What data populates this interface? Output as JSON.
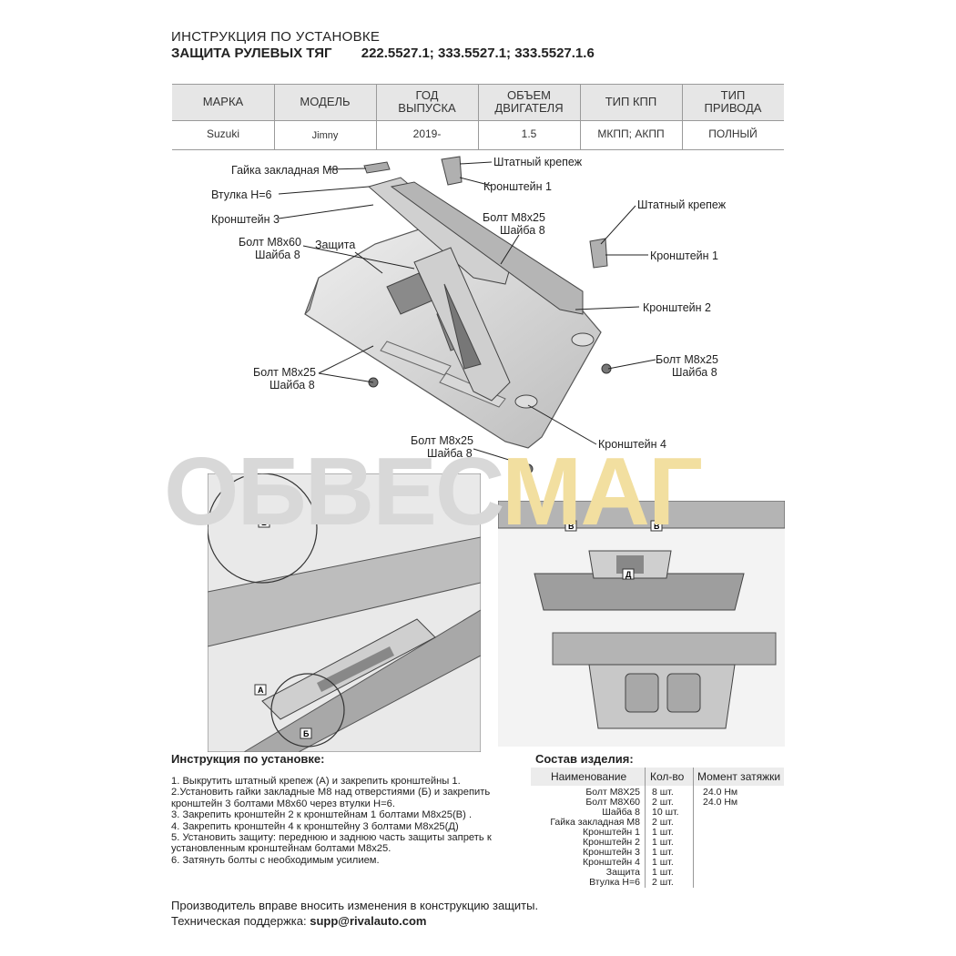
{
  "header": {
    "line1": "ИНСТРУКЦИЯ ПО УСТАНОВКЕ",
    "title": "ЗАЩИТА РУЛЕВЫХ ТЯГ",
    "codes": "222.5527.1; 333.5527.1; 333.5527.1.6"
  },
  "spec_table": {
    "headers": [
      "МАРКА",
      "МОДЕЛЬ",
      "ГОД\nВЫПУСКА",
      "ОБЪЕМ\nДВИГАТЕЛЯ",
      "ТИП КПП",
      "ТИП\nПРИВОДА"
    ],
    "values": [
      "Suzuki",
      "Jimny",
      "2019-",
      "1.5",
      "МКПП; АКПП",
      "ПОЛНЫЙ"
    ]
  },
  "diagram_labels": {
    "nut": "Гайка закладная М8",
    "bushing": "Втулка Н=6",
    "bracket3": "Кронштейн 3",
    "bolt60": "Болт М8х60",
    "washer8a": "Шайба 8",
    "guard": "Защита",
    "std_fastener_1": "Штатный крепеж",
    "bracket1_top": "Кронштейн 1",
    "bolt25_a": "Болт М8х25",
    "washer8_b": "Шайба 8",
    "std_fastener_2": "Штатный крепеж",
    "bracket1_right": "Кронштейн 1",
    "bracket2": "Кронштейн 2",
    "bolt25_right": "Болт М8х25",
    "washer8_right": "Шайба 8",
    "bolt25_left": "Болт М8х25",
    "washer8_left": "Шайба 8",
    "bracket4": "Кронштейн 4",
    "bolt25_bottom": "Болт М8х25",
    "washer8_bottom": "Шайба 8"
  },
  "watermark": {
    "part1": "ОБВЕС",
    "part2": "МАГ"
  },
  "photo_marks": [
    "Б",
    "А",
    "Б",
    "В",
    "В",
    "Д"
  ],
  "instructions": {
    "title": "Инструкция по установке:",
    "steps": [
      "1. Выкрутить штатный крепеж (А) и закрепить кронштейны 1.",
      "2.Установить гайки закладные М8 над отверстиями (Б) и закрепить",
      "кронштейн 3 болтами М8х60 через втулки Н=6.",
      "3. Закрепить кронштейн 2 к кронштейнам 1 болтами М8х25(В) .",
      "4. Закрепить кронштейн 4 к кронштейну 3 болтами М8х25(Д)",
      "5. Установить защиту: переднюю и заднюю часть защиты запреть к",
      "установленным кронштейнам болтами М8х25.",
      "6. Затянуть болты с необходимым усилием."
    ]
  },
  "composition": {
    "title": "Состав изделия:",
    "headers": [
      "Наименование",
      "Кол-во",
      "Момент затяжки"
    ],
    "rows": [
      [
        "Болт М8Х25",
        "8 шт.",
        "24.0 Нм"
      ],
      [
        "Болт М8Х60",
        "2 шт.",
        "24.0 Нм"
      ],
      [
        "Шайба 8",
        "10 шт.",
        ""
      ],
      [
        "Гайка закладная М8",
        "2 шт.",
        ""
      ],
      [
        "Кронштейн 1",
        "1 шт.",
        ""
      ],
      [
        "Кронштейн 2",
        "1 шт.",
        ""
      ],
      [
        "Кронштейн 3",
        "1 шт.",
        ""
      ],
      [
        "Кронштейн 4",
        "1 шт.",
        ""
      ],
      [
        "Защита",
        "1 шт.",
        ""
      ],
      [
        "Втулка Н=6",
        "2 шт.",
        ""
      ]
    ]
  },
  "footer": {
    "note": "Производитель вправе вносить изменения в конструкцию защиты.",
    "support_label": "Техническая поддержка:",
    "support_email": "supp@rivalauto.com"
  }
}
